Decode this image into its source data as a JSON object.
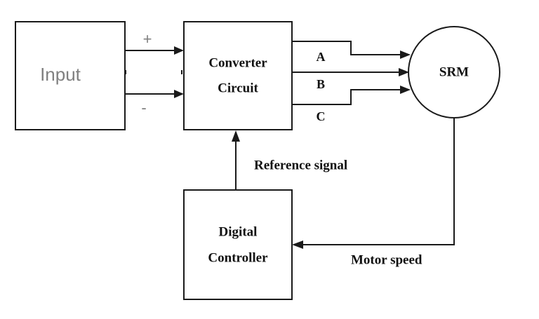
{
  "blocks": {
    "input": {
      "label": "Input"
    },
    "converter": {
      "line1": "Converter",
      "line2": "Circuit"
    },
    "motor": {
      "label": "SRM"
    },
    "controller": {
      "line1": "Digital",
      "line2": "Controller"
    }
  },
  "terminals": {
    "plus": "+",
    "minus": "-"
  },
  "phases": {
    "a": "A",
    "b": "B",
    "c": "C"
  },
  "signals": {
    "reference": "Reference signal",
    "feedback": "Motor speed"
  }
}
